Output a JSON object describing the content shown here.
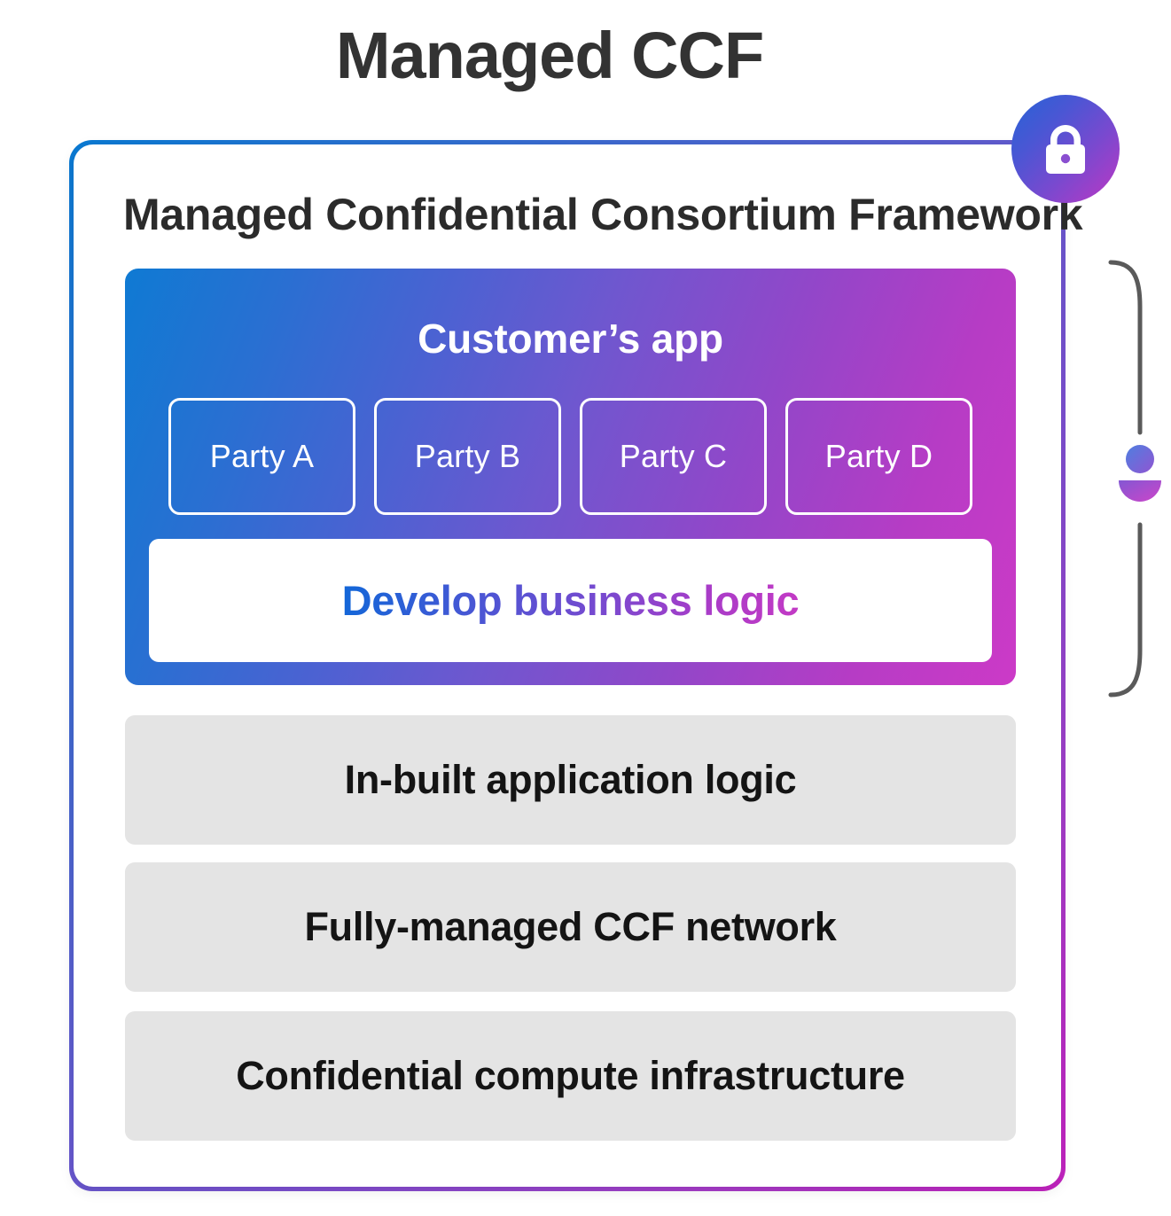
{
  "page": {
    "title": "Managed CCF",
    "background_color": "#ffffff"
  },
  "diagram": {
    "type": "layered-architecture-stack",
    "card": {
      "heading": "Managed Confidential Consortium Framework",
      "border_gradient_from": "#0a7bd4",
      "border_gradient_to": "#c422c0",
      "background_color": "#ffffff"
    },
    "customer_panel": {
      "title": "Customer’s app",
      "gradient_from": "#0f7ad3",
      "gradient_to": "#cc3ac7",
      "title_color": "#ffffff",
      "parties": [
        {
          "label": "Party A"
        },
        {
          "label": "Party B"
        },
        {
          "label": "Party C"
        },
        {
          "label": "Party D"
        }
      ],
      "develop_bar": {
        "label": "Develop business logic",
        "background_color": "#ffffff",
        "text_gradient_from": "#1267d8",
        "text_gradient_to": "#c33ac5"
      }
    },
    "stack_rows": [
      {
        "label": "In-built application logic",
        "background_color": "#e4e4e4",
        "text_color": "#141414"
      },
      {
        "label": "Fully-managed CCF network",
        "background_color": "#e4e4e4",
        "text_color": "#141414"
      },
      {
        "label": "Confidential compute infrastructure",
        "background_color": "#e4e4e4",
        "text_color": "#141414"
      }
    ],
    "badges": {
      "lock": {
        "icon": "lock-icon",
        "gradient_from": "#2563d6",
        "gradient_to": "#b83ac6",
        "glyph_color": "#ffffff"
      },
      "person": {
        "icon": "person-icon",
        "head_gradient_from": "#4f7fe0",
        "head_gradient_to": "#8b5bd4",
        "body_gradient_from": "#8457d3",
        "body_gradient_to": "#cc45c9"
      },
      "bracket": {
        "icon": "curly-bracket-icon",
        "stroke_color": "#5a5a5a"
      }
    }
  }
}
